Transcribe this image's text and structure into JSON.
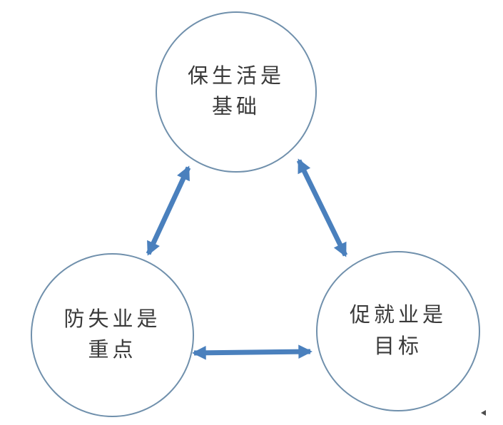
{
  "diagram": {
    "type": "cycle-relationship-diagram",
    "nodes": [
      {
        "id": "foundation",
        "line1": "保生活是",
        "line2": "基础"
      },
      {
        "id": "key-point",
        "line1": "防失业是",
        "line2": "重点"
      },
      {
        "id": "goal",
        "line1": "促就业是",
        "line2": "目标"
      }
    ],
    "edges": [
      {
        "from": "foundation",
        "to": "key-point",
        "style": "double-headed-arrow"
      },
      {
        "from": "foundation",
        "to": "goal",
        "style": "double-headed-arrow"
      },
      {
        "from": "key-point",
        "to": "goal",
        "style": "double-headed-arrow"
      }
    ],
    "colors": {
      "arrow": "#4a80bd",
      "circle_border": "#7090ac",
      "text": "#3a3a3a",
      "background": "#ffffff"
    },
    "artifacts": {
      "corner_mark_icon": "small-left-triangle"
    }
  }
}
